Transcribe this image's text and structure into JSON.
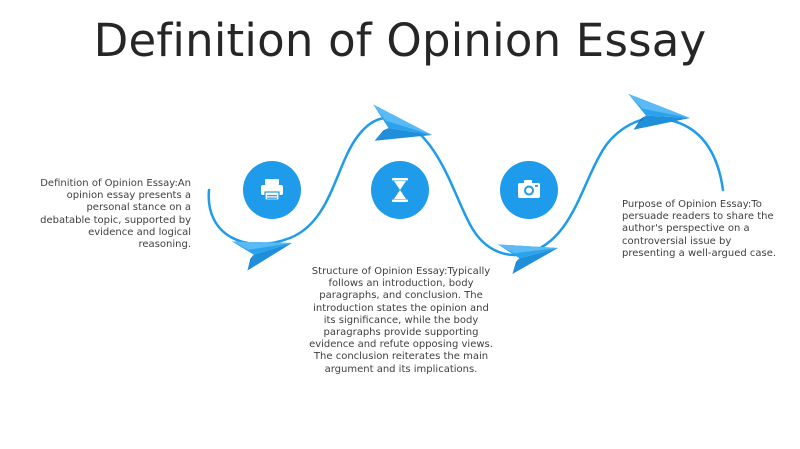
{
  "slide": {
    "title": "Definition of Opinion Essay"
  },
  "colors": {
    "accent": "#1E9BEA",
    "plane": "#2AA3EE",
    "plane_dark": "#1480CC",
    "text": "#404040"
  },
  "steps": [
    {
      "icon": "printer-icon",
      "text": "Definition of Opinion Essay:An opinion essay presents a personal stance on a debatable topic, supported by evidence and logical reasoning."
    },
    {
      "icon": "hourglass-icon",
      "text": "Structure of Opinion Essay:Typically follows an introduction, body paragraphs, and conclusion. The introduction states the opinion and its significance, while the body paragraphs provide supporting evidence and refute opposing views. The conclusion reiterates the main argument and its implications."
    },
    {
      "icon": "camera-icon",
      "text": "Purpose of Opinion Essay:To persuade readers to share the author's perspective on a controversial issue by presenting a well-argued case."
    }
  ]
}
